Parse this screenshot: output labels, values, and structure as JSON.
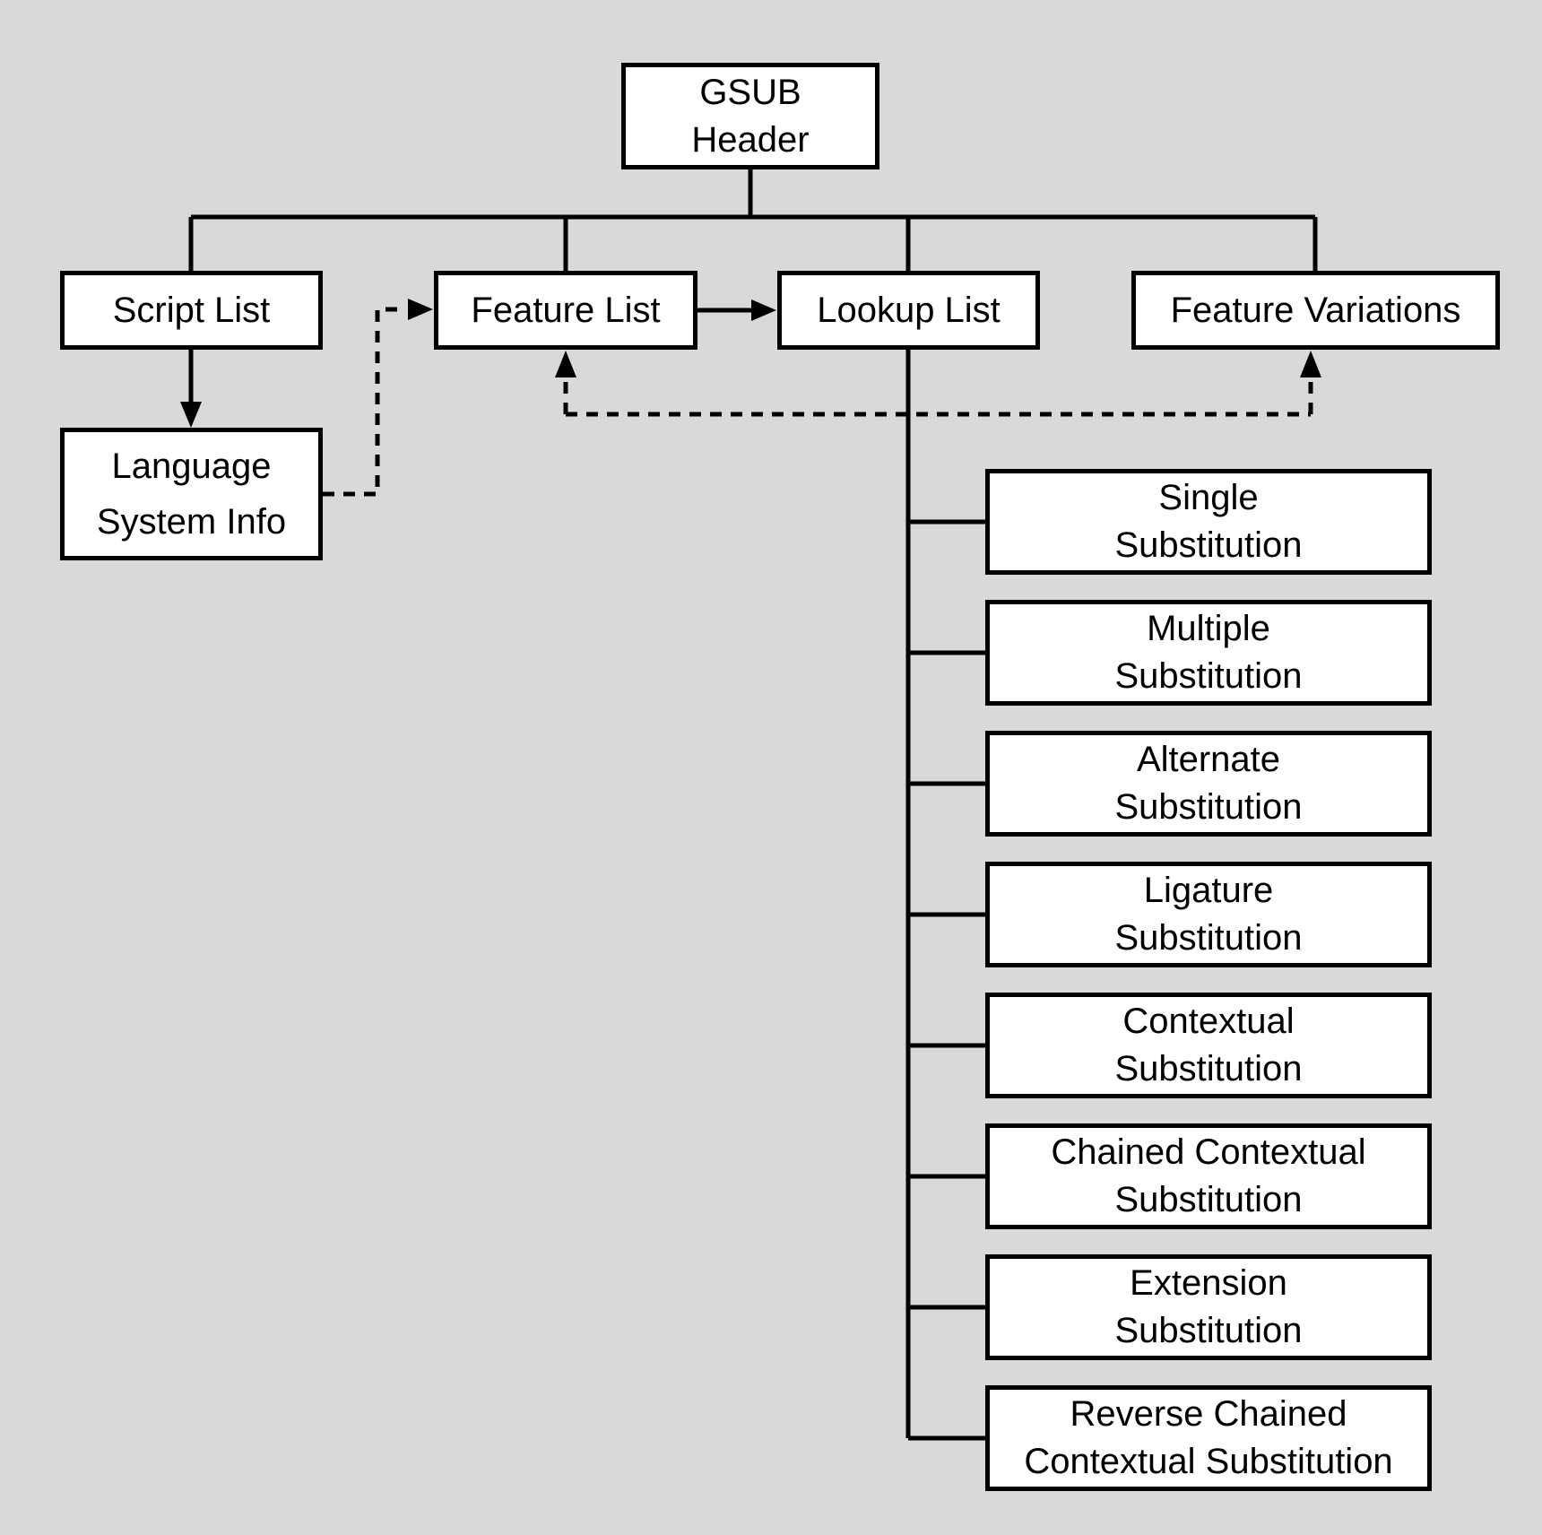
{
  "colors": {
    "background": "#d9d9d9",
    "box_fill": "#ffffff",
    "line": "#000000",
    "text": "#000000"
  },
  "nodes": {
    "gsub_header": {
      "lines": [
        "GSUB",
        "Header"
      ]
    },
    "script_list": {
      "lines": [
        "Script List"
      ]
    },
    "feature_list": {
      "lines": [
        "Feature List"
      ]
    },
    "lookup_list": {
      "lines": [
        "Lookup List"
      ]
    },
    "feature_variations": {
      "lines": [
        "Feature Variations"
      ]
    },
    "language_system_info": {
      "lines": [
        "Language",
        "System Info"
      ]
    }
  },
  "lookup_types": [
    {
      "lines": [
        "Single",
        "Substitution"
      ]
    },
    {
      "lines": [
        "Multiple",
        "Substitution"
      ]
    },
    {
      "lines": [
        "Alternate",
        "Substitution"
      ]
    },
    {
      "lines": [
        "Ligature",
        "Substitution"
      ]
    },
    {
      "lines": [
        "Contextual",
        "Substitution"
      ]
    },
    {
      "lines": [
        "Chained Contextual",
        "Substitution"
      ]
    },
    {
      "lines": [
        "Extension",
        "Substitution"
      ]
    },
    {
      "lines": [
        "Reverse Chained",
        "Contextual Substitution"
      ]
    }
  ],
  "edges": {
    "header_to_row": "solid",
    "script_to_langsys": "solid-arrow",
    "feature_to_lookup": "solid-arrow",
    "langsys_to_feature": "dashed-arrow",
    "feedback_to_feature_list": "dashed-arrow",
    "feedback_to_feature_variations": "dashed-arrow",
    "lookup_trunk_to_types": "solid"
  }
}
